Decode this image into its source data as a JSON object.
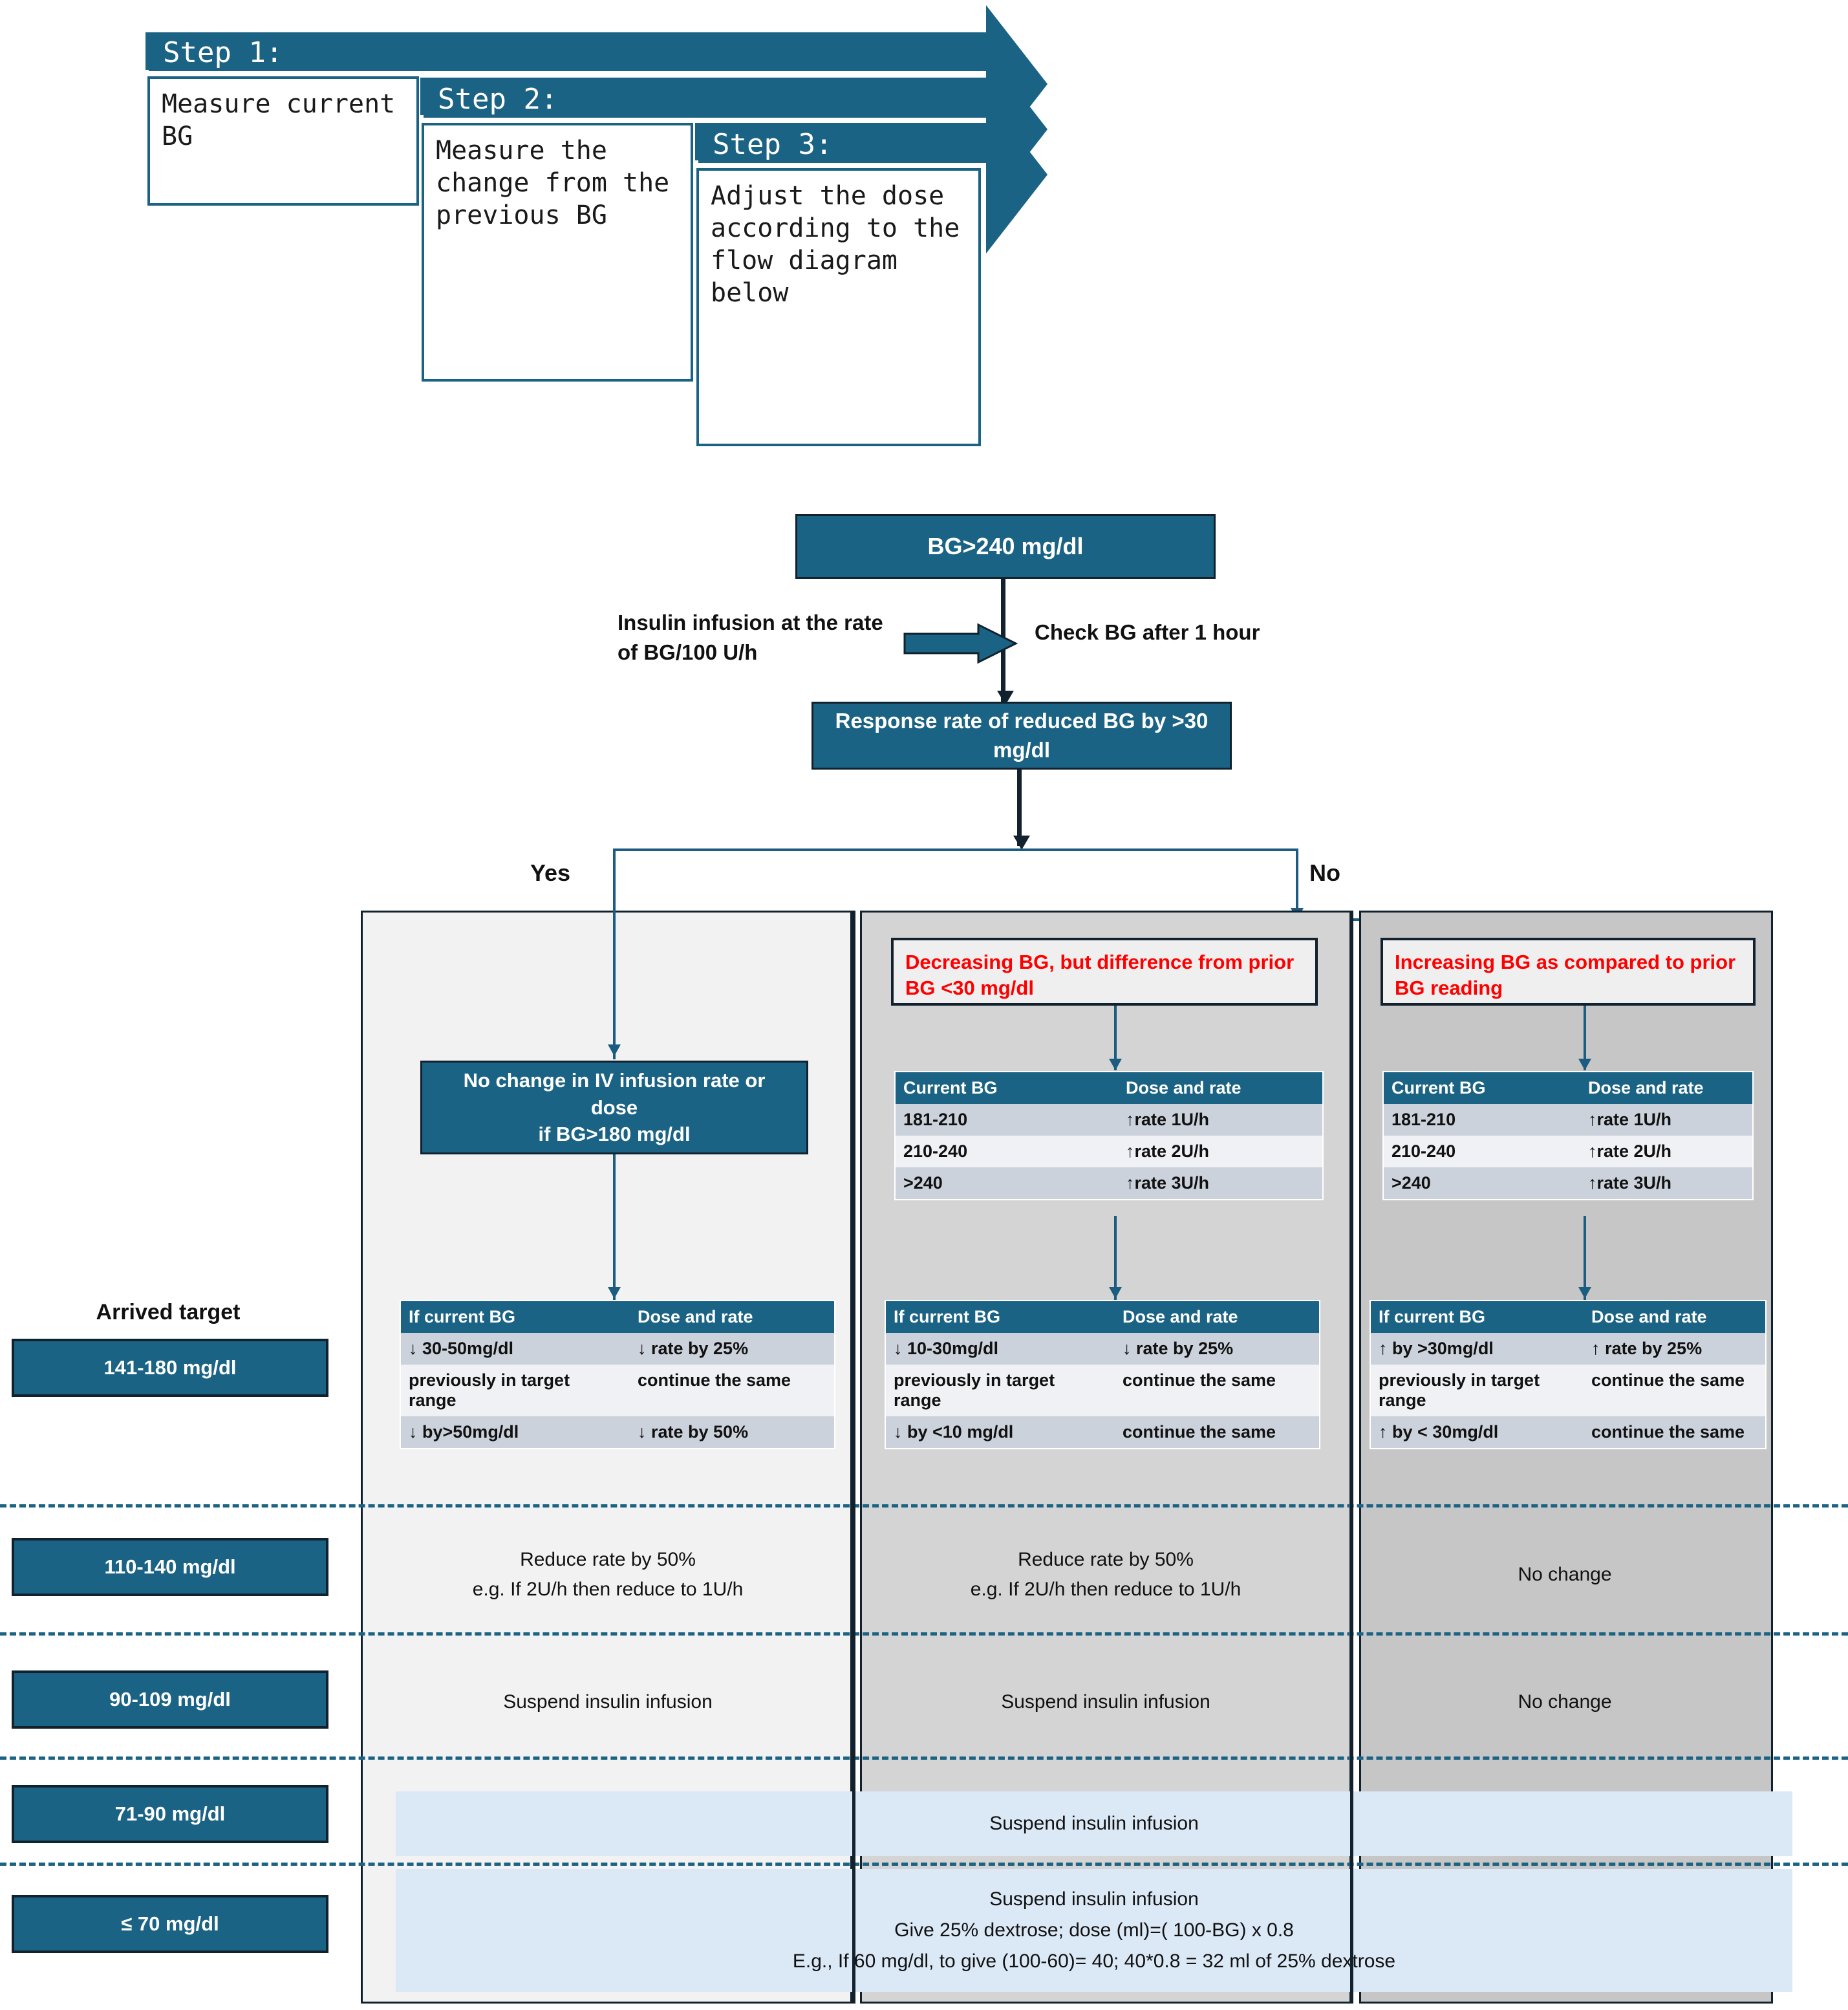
{
  "steps": [
    {
      "title": "Step 1:",
      "body": "Measure current BG"
    },
    {
      "title": "Step 2:",
      "body": "Measure the change from the previous BG"
    },
    {
      "title": "Step 3:",
      "body": "Adjust the dose according to the flow diagram below"
    }
  ],
  "flow": {
    "top_box": "BG>240 mg/dl",
    "infusion_note": "Insulin infusion at the rate of BG/100 U/h",
    "check_note": "Check BG after 1 hour",
    "response_box": "Response rate of reduced BG by >30 mg/dl",
    "yes_label": "Yes",
    "no_label": "No"
  },
  "columns": {
    "left": {
      "decision_box": "No change in IV infusion rate or dose\nif BG>180 mg/dl",
      "table": {
        "headers": [
          "If current BG",
          "Dose and rate"
        ],
        "rows": [
          [
            "↓ 30-50mg/dl",
            "↓ rate by 25%"
          ],
          [
            "previously in target range",
            "continue the same"
          ],
          [
            "↓ by>50mg/dl",
            "↓ rate by 50%"
          ]
        ]
      }
    },
    "middle": {
      "callout": "Decreasing BG, but difference from prior BG <30 mg/dl",
      "table1": {
        "headers": [
          "Current BG",
          "Dose and rate"
        ],
        "rows": [
          [
            "181-210",
            "↑rate 1U/h"
          ],
          [
            "210-240",
            "↑rate 2U/h"
          ],
          [
            ">240",
            "↑rate 3U/h"
          ]
        ]
      },
      "table2": {
        "headers": [
          "If current BG",
          "Dose and rate"
        ],
        "rows": [
          [
            "↓ 10-30mg/dl",
            "↓ rate by 25%"
          ],
          [
            "previously in target range",
            "continue the same"
          ],
          [
            "↓ by <10 mg/dl",
            "continue the same"
          ]
        ]
      }
    },
    "right": {
      "callout": "Increasing BG as compared to prior BG reading",
      "table1": {
        "headers": [
          "Current BG",
          "Dose and rate"
        ],
        "rows": [
          [
            "181-210",
            "↑rate 1U/h"
          ],
          [
            "210-240",
            "↑rate 2U/h"
          ],
          [
            ">240",
            "↑rate 3U/h"
          ]
        ]
      },
      "table2": {
        "headers": [
          "If current BG",
          "Dose and rate"
        ],
        "rows": [
          [
            "↑ by >30mg/dl",
            "↑ rate by 25%"
          ],
          [
            "previously in target range",
            "continue the same"
          ],
          [
            "↑ by < 30mg/dl",
            "continue the same"
          ]
        ]
      }
    }
  },
  "sidebar": {
    "title": "Arrived target",
    "ranges": [
      "141-180 mg/dl",
      "110-140 mg/dl",
      "90-109 mg/dl",
      "71-90 mg/dl",
      "≤ 70 mg/dl"
    ]
  },
  "grid": {
    "row_110_140": {
      "left_line1": "Reduce rate by 50%",
      "left_line2": "e.g. If 2U/h then reduce to 1U/h",
      "mid_line1": "Reduce rate by 50%",
      "mid_line2": "e.g. If 2U/h then reduce to 1U/h",
      "right": "No change"
    },
    "row_90_109": {
      "left": "Suspend insulin infusion",
      "mid": "Suspend insulin infusion",
      "right": "No change"
    },
    "row_71_90": {
      "band": "Suspend insulin infusion"
    },
    "row_le70": {
      "line1": "Suspend insulin infusion",
      "line2": "Give 25% dextrose; dose (ml)=( 100-BG) x 0.8",
      "line3": "E.g., If 60 mg/dl, to give (100-60)= 40; 40*0.8 = 32 ml of 25% dextrose"
    }
  },
  "colors": {
    "brand_blue": "#1b6384",
    "dark_outline": "#11222e",
    "alert_red": "#ff0000",
    "band_blue": "#dbe8f6",
    "panel_left": "#f2f2f2",
    "panel_mid": "#d4d4d4",
    "panel_right": "#c6c6c6"
  }
}
